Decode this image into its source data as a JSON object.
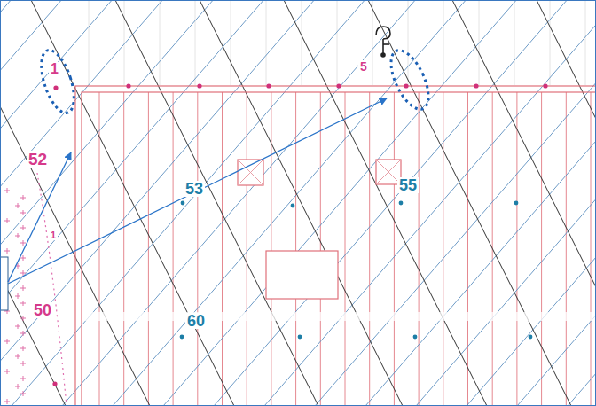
{
  "diagram": {
    "labels": [
      "1",
      "5",
      "52",
      "53",
      "55",
      "1",
      "50",
      "60"
    ]
  }
}
